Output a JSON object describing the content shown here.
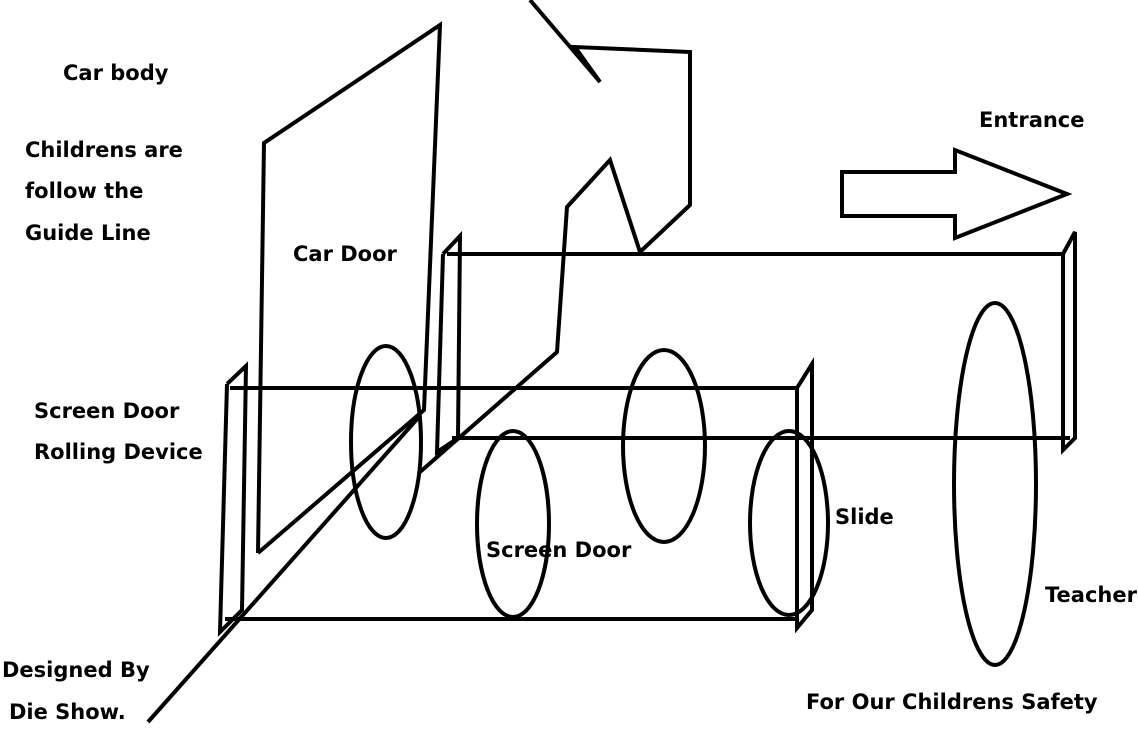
{
  "labels": {
    "car_body": "Car body",
    "guide_line_1": "Childrens are",
    "guide_line_2": "follow the",
    "guide_line_3": "Guide Line",
    "car_door": "Car Door",
    "entrance": "Entrance",
    "screen_door_rolling_1": "Screen Door",
    "screen_door_rolling_2": "Rolling Device",
    "screen_door": "Screen Door",
    "slide": "Slide",
    "teacher": "Teacher",
    "designed_by_1": "Designed By",
    "designed_by_2": "Die Show.",
    "footer": "For Our Childrens Safety"
  },
  "colors": {
    "background": "#ffffff",
    "ink": "#000000"
  }
}
